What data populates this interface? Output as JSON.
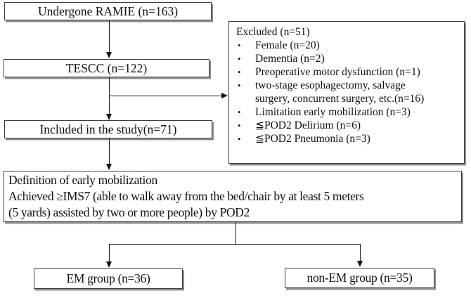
{
  "diagram": {
    "boxes": {
      "undergone": {
        "label": "Undergone RAMIE (n=163)"
      },
      "tescc": {
        "label": "TESCC (n=122)"
      },
      "included": {
        "label": "Included in the study(n=71)"
      },
      "em_group": {
        "label": "EM group (n=36)"
      },
      "non_em_group": {
        "label": "non-EM group (n=35)"
      }
    },
    "excluded_box": {
      "title": "Excluded (n=51)",
      "bullet_glyph": "•",
      "items": [
        "Female (n=20)",
        "Dementia (n=2)",
        "Preoperative motor dysfunction (n=1)",
        "two-stage esophagectomy, salvage surgery, concurrent surgery, etc.(n=16)",
        "Limitation early mobilization (n=3)",
        "≦POD2 Delirium (n=6)",
        "≦POD2 Pneumonia (n=3)"
      ]
    },
    "definition_box": {
      "lines": [
        "Definition of early mobilization",
        "Achieved ≥IMS7 (able to walk away from the bed/chair by at least 5 meters",
        "(5 yards) assisted by two or more people) by POD2"
      ]
    },
    "colors": {
      "border": "#3d3d3d",
      "shadow": "#8f8f8f",
      "text": "#111111",
      "background": "#ffffff"
    }
  }
}
